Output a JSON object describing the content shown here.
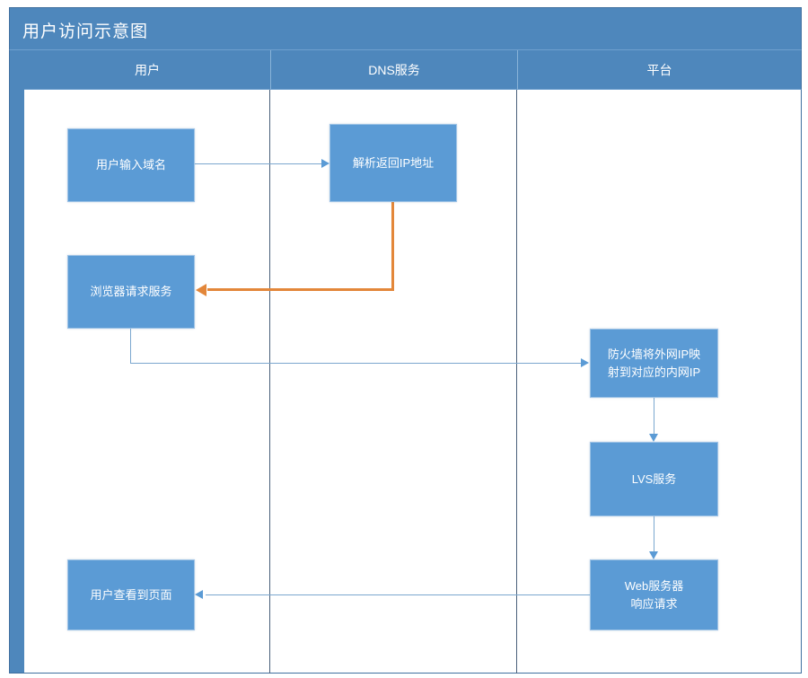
{
  "diagram": {
    "title": "用户访问示意图",
    "colors": {
      "header_band": "#4E87BC",
      "node_fill": "#5B9BD5",
      "node_border": "#9dc3e6",
      "connector_blue": "#7ba7cf",
      "connector_orange": "#E3873A",
      "lane_divider": "#49607a",
      "background": "#ffffff",
      "text": "#ffffff"
    },
    "lanes": [
      {
        "id": "lane-user",
        "label": "用户"
      },
      {
        "id": "lane-dns",
        "label": "DNS服务"
      },
      {
        "id": "lane-platform",
        "label": "平台"
      }
    ],
    "nodes": [
      {
        "id": "node-user-input-domain",
        "lane": "lane-user",
        "label": "用户输入域名"
      },
      {
        "id": "node-dns-resolve-ip",
        "lane": "lane-dns",
        "label": "解析返回IP地址"
      },
      {
        "id": "node-browser-request",
        "lane": "lane-user",
        "label": "浏览器请求服务"
      },
      {
        "id": "node-firewall-nat",
        "lane": "lane-platform",
        "label": "防火墙将外网IP映\n射到对应的内网IP"
      },
      {
        "id": "node-lvs-service",
        "lane": "lane-platform",
        "label": "LVS服务"
      },
      {
        "id": "node-web-server",
        "lane": "lane-platform",
        "label": "Web服务器\n响应请求"
      },
      {
        "id": "node-user-view-page",
        "lane": "lane-user",
        "label": "用户查看到页面"
      }
    ],
    "edges": [
      {
        "id": "edge-input-to-dns",
        "from": "node-user-input-domain",
        "to": "node-dns-resolve-ip",
        "color": "#7ba7cf"
      },
      {
        "id": "edge-dns-to-browser",
        "from": "node-dns-resolve-ip",
        "to": "node-browser-request",
        "color": "#E3873A"
      },
      {
        "id": "edge-browser-to-firewall",
        "from": "node-browser-request",
        "to": "node-firewall-nat",
        "color": "#7ba7cf"
      },
      {
        "id": "edge-firewall-to-lvs",
        "from": "node-firewall-nat",
        "to": "node-lvs-service",
        "color": "#7ba7cf"
      },
      {
        "id": "edge-lvs-to-web",
        "from": "node-lvs-service",
        "to": "node-web-server",
        "color": "#7ba7cf"
      },
      {
        "id": "edge-web-to-user",
        "from": "node-web-server",
        "to": "node-user-view-page",
        "color": "#7ba7cf"
      }
    ]
  }
}
